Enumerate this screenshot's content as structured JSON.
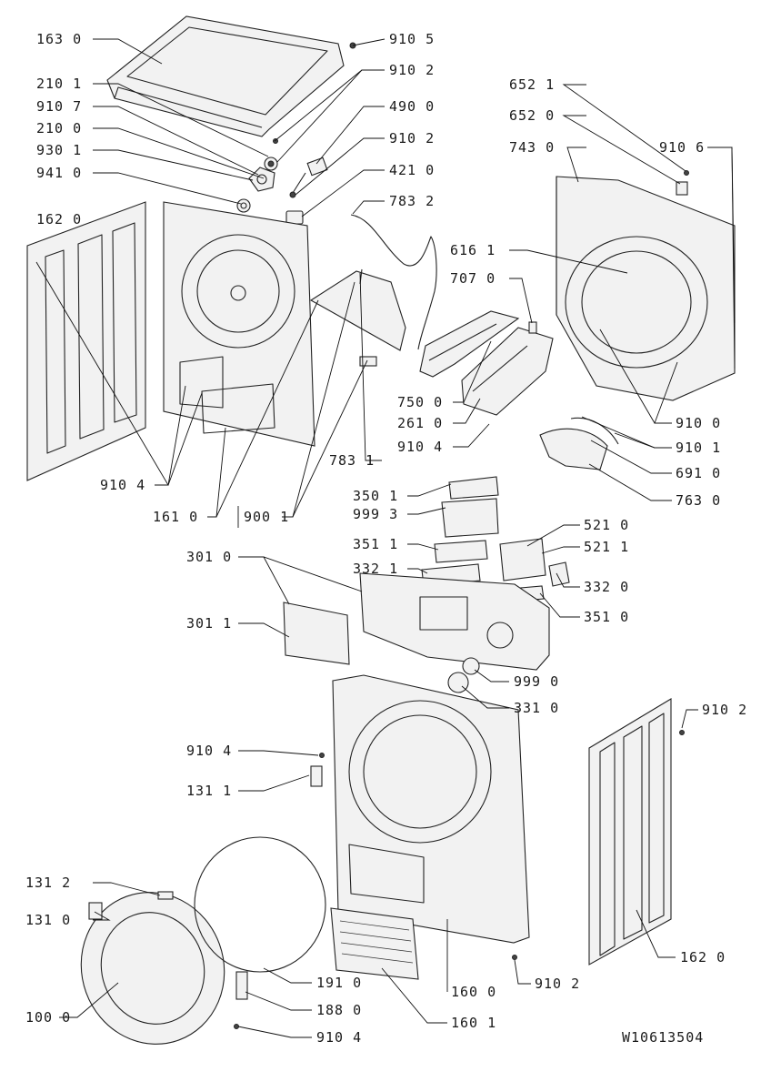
{
  "drawing_number": "W10613504",
  "labels": [
    {
      "id": "l1630",
      "text": "163 0"
    },
    {
      "id": "l9105",
      "text": "910 5"
    },
    {
      "id": "l2101",
      "text": "210 1"
    },
    {
      "id": "l9102a",
      "text": "910 2"
    },
    {
      "id": "l9107",
      "text": "910 7"
    },
    {
      "id": "l4900",
      "text": "490 0"
    },
    {
      "id": "l2100",
      "text": "210 0"
    },
    {
      "id": "l9102b",
      "text": "910 2"
    },
    {
      "id": "l9301",
      "text": "930 1"
    },
    {
      "id": "l4210",
      "text": "421 0"
    },
    {
      "id": "l9410",
      "text": "941 0"
    },
    {
      "id": "l7832",
      "text": "783 2"
    },
    {
      "id": "l1620a",
      "text": "162 0"
    },
    {
      "id": "l6521",
      "text": "652 1"
    },
    {
      "id": "l6520",
      "text": "652 0"
    },
    {
      "id": "l7430",
      "text": "743 0"
    },
    {
      "id": "l9106",
      "text": "910 6"
    },
    {
      "id": "l6161",
      "text": "616 1"
    },
    {
      "id": "l7070",
      "text": "707 0"
    },
    {
      "id": "l7500",
      "text": "750 0"
    },
    {
      "id": "l2610",
      "text": "261 0"
    },
    {
      "id": "l9100",
      "text": "910 0"
    },
    {
      "id": "l9104a",
      "text": "910 4"
    },
    {
      "id": "l9101",
      "text": "910 1"
    },
    {
      "id": "l6910",
      "text": "691 0"
    },
    {
      "id": "l7831",
      "text": "783 1"
    },
    {
      "id": "l7630",
      "text": "763 0"
    },
    {
      "id": "l9104b",
      "text": "910 4"
    },
    {
      "id": "l1610",
      "text": "161 0"
    },
    {
      "id": "l9001",
      "text": "900 1"
    },
    {
      "id": "l3501",
      "text": "350 1"
    },
    {
      "id": "l9993",
      "text": "999 3"
    },
    {
      "id": "l5210",
      "text": "521 0"
    },
    {
      "id": "l3511",
      "text": "351 1"
    },
    {
      "id": "l5211",
      "text": "521 1"
    },
    {
      "id": "l3010",
      "text": "301 0"
    },
    {
      "id": "l3321",
      "text": "332 1"
    },
    {
      "id": "l3320",
      "text": "332 0"
    },
    {
      "id": "l3510",
      "text": "351 0"
    },
    {
      "id": "l3011",
      "text": "301 1"
    },
    {
      "id": "l9990",
      "text": "999 0"
    },
    {
      "id": "l3310",
      "text": "331 0"
    },
    {
      "id": "l9102c",
      "text": "910 2"
    },
    {
      "id": "l9104c",
      "text": "910 4"
    },
    {
      "id": "l1311",
      "text": "131 1"
    },
    {
      "id": "l1312",
      "text": "131 2"
    },
    {
      "id": "l1310",
      "text": "131 0"
    },
    {
      "id": "l1910",
      "text": "191 0"
    },
    {
      "id": "l1620b",
      "text": "162 0"
    },
    {
      "id": "l9102d",
      "text": "910 2"
    },
    {
      "id": "l1600",
      "text": "160 0"
    },
    {
      "id": "l1880",
      "text": "188 0"
    },
    {
      "id": "l1000",
      "text": "100 0"
    },
    {
      "id": "l9104d",
      "text": "910 4"
    },
    {
      "id": "l1601",
      "text": "160 1"
    }
  ]
}
